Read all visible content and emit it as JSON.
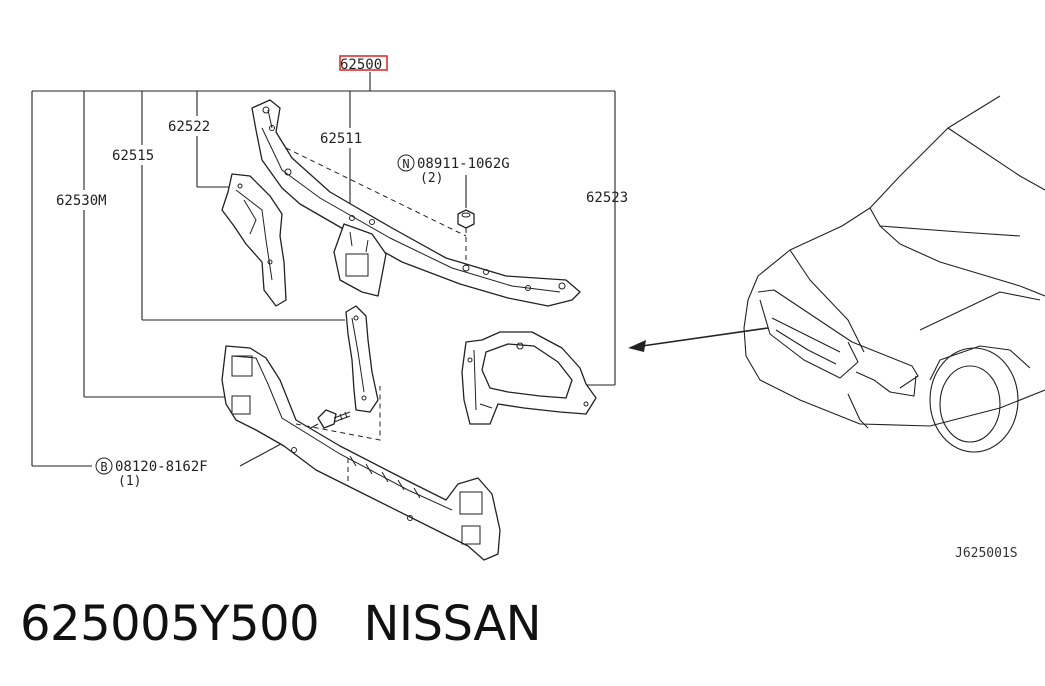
{
  "labels": {
    "main": "62500",
    "reinforcement": "62511",
    "bracket_upper": "62522",
    "bracket_center": "62515",
    "lower_support": "62530M",
    "side_support": "62523",
    "nut_code": "08911-1062G",
    "nut_qty": "(2)",
    "nut_prefix": "N",
    "bolt_code": "08120-8162F",
    "bolt_qty": "(1)",
    "bolt_prefix": "B"
  },
  "diagram_ref": "J625001S",
  "caption": {
    "part_number": "625005Y500",
    "brand": "NISSAN"
  },
  "colors": {
    "highlight": "#e02020",
    "line": "#222222"
  }
}
